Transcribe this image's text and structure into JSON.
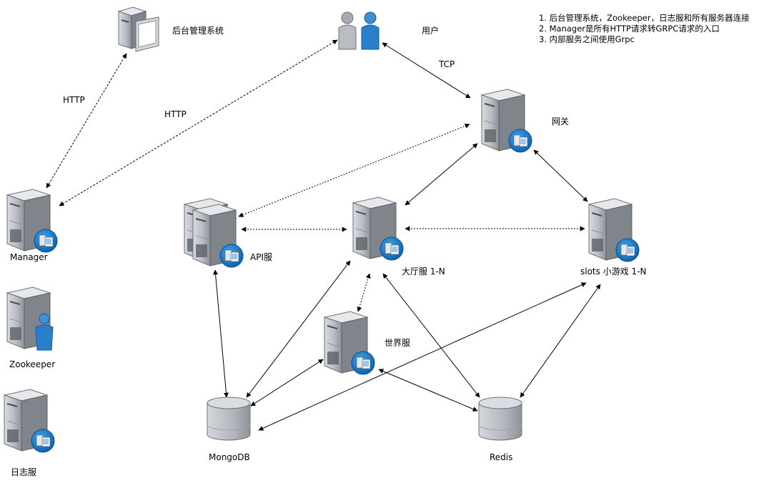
{
  "notes": [
    "1. 后台管理系统，Zookeeper，日志服和所有服务器连接",
    "2. Manager是所有HTTP请求转GRPC请求的入口",
    "3. 内部服务之间使用Grpc"
  ],
  "nodes": {
    "admin": "后台管理系统",
    "user": "用户",
    "gateway": "网关",
    "manager": "Manager",
    "zookeeper": "Zookeeper",
    "log": "日志服",
    "api": "API服",
    "lobby": "大厅服 1-N",
    "slots": "slots 小游戏 1-N",
    "world": "世界服",
    "mongodb": "MongoDB",
    "redis": "Redis"
  },
  "edge_labels": {
    "admin_manager": "HTTP",
    "user_manager": "HTTP",
    "user_gateway": "TCP"
  },
  "colors": {
    "server_body": "#c2c6cc",
    "server_dark": "#6d7178",
    "badge_blue": "#1c76c6",
    "db_body": "#c2c6cc",
    "line": "#000000"
  }
}
